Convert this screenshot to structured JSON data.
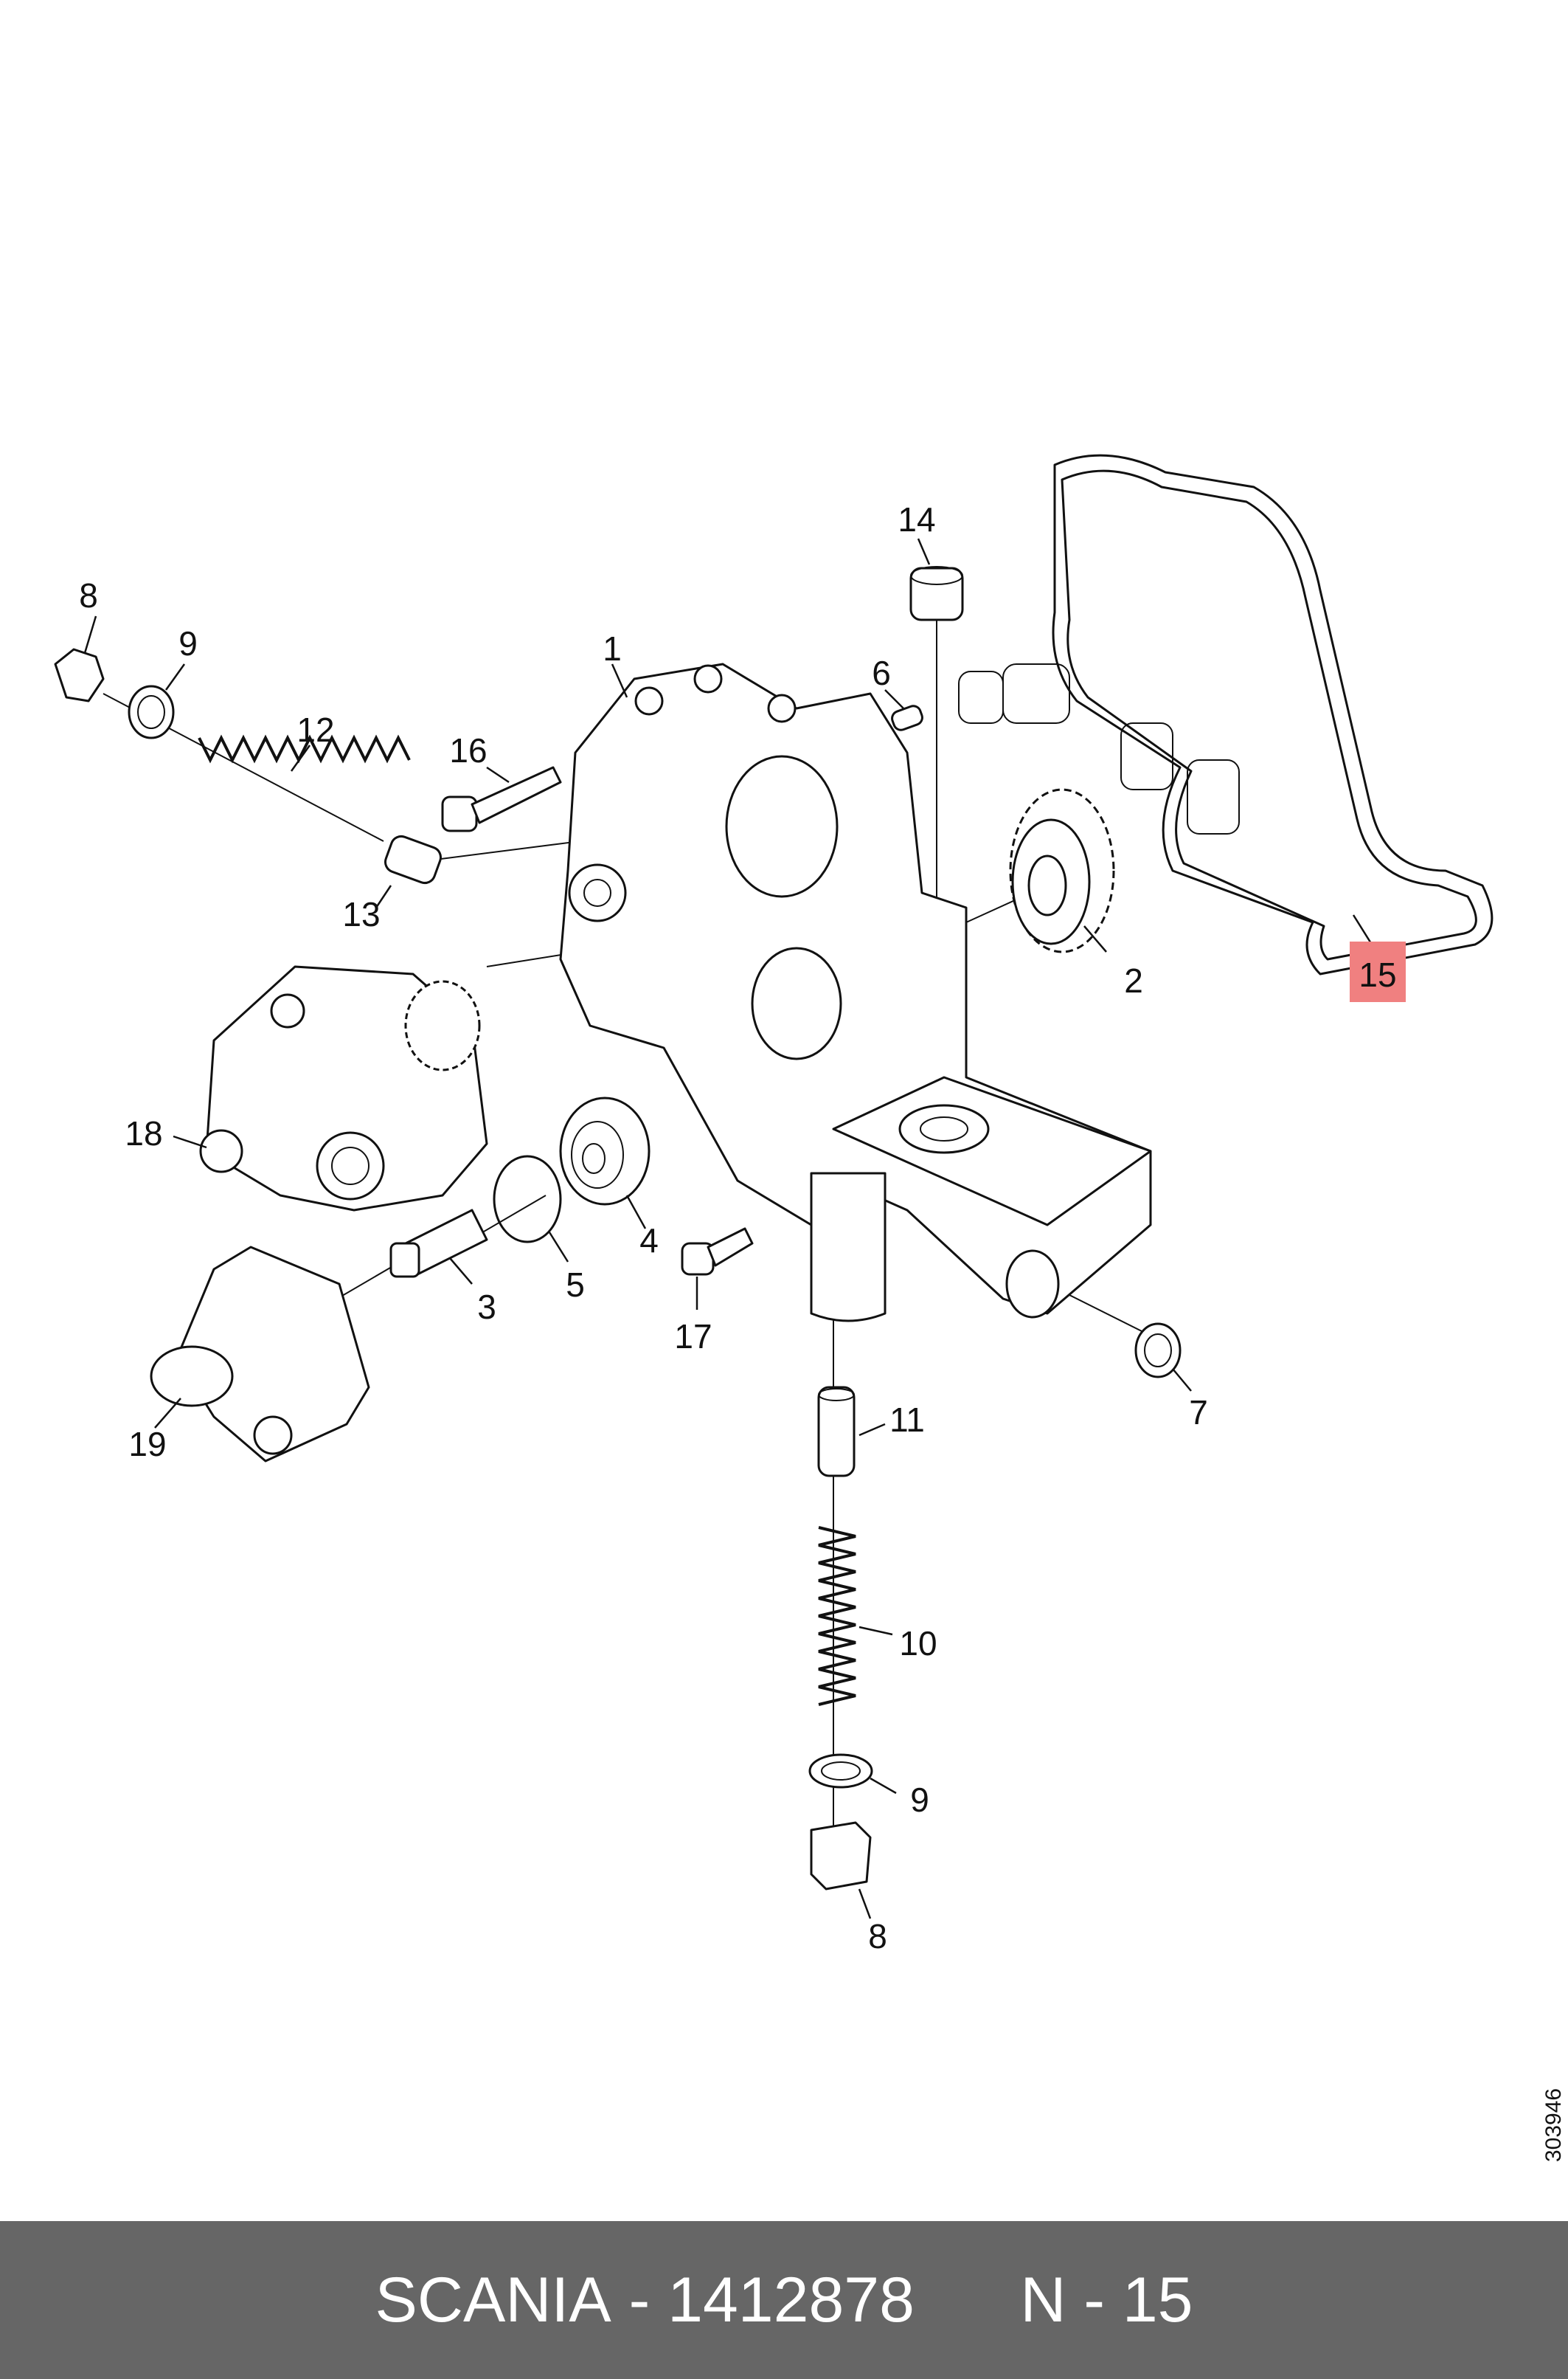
{
  "diagram": {
    "callouts": [
      {
        "id": "c8a",
        "text": "8"
      },
      {
        "id": "c9a",
        "text": "9"
      },
      {
        "id": "c1",
        "text": "1"
      },
      {
        "id": "c6",
        "text": "6"
      },
      {
        "id": "c14",
        "text": "14"
      },
      {
        "id": "c16",
        "text": "16"
      },
      {
        "id": "c12",
        "text": "12"
      },
      {
        "id": "c13",
        "text": "13"
      },
      {
        "id": "c2",
        "text": "2"
      },
      {
        "id": "c15",
        "text": "15"
      },
      {
        "id": "c18",
        "text": "18"
      },
      {
        "id": "c4",
        "text": "4"
      },
      {
        "id": "c5",
        "text": "5"
      },
      {
        "id": "c3",
        "text": "3"
      },
      {
        "id": "c17",
        "text": "17"
      },
      {
        "id": "c7",
        "text": "7"
      },
      {
        "id": "c19",
        "text": "19"
      },
      {
        "id": "c11",
        "text": "11"
      },
      {
        "id": "c10",
        "text": "10"
      },
      {
        "id": "c9b",
        "text": "9"
      },
      {
        "id": "c8b",
        "text": "8"
      }
    ],
    "highlight_color": "#f08080",
    "highlighted_callout": "15",
    "drawing_number": "303946"
  },
  "footer": {
    "brand": "SCANIA",
    "separator": " - ",
    "part_number": "1412878",
    "position_label": "N - 15",
    "background": "#666666"
  }
}
